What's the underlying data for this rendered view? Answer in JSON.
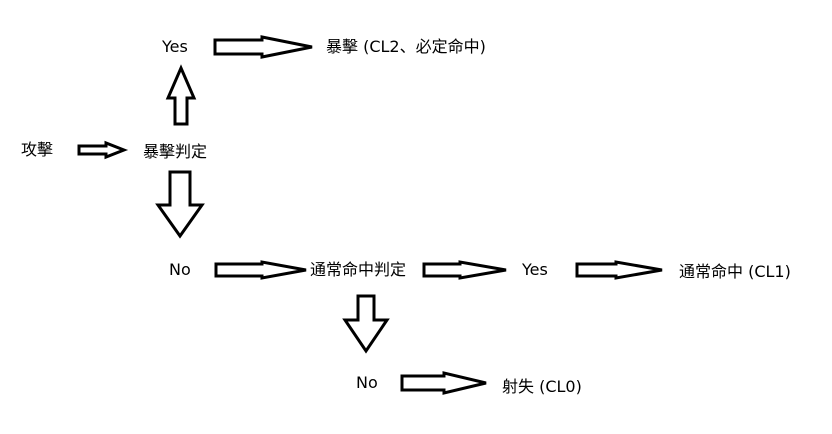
{
  "diagram": {
    "attack": "攻擊",
    "crit_check": "暴擊判定",
    "crit_yes": "Yes",
    "crit_result": "暴擊 (CL2、必定命中)",
    "crit_no": "No",
    "hit_check": "通常命中判定",
    "hit_yes": "Yes",
    "hit_result": "通常命中 (CL1)",
    "hit_no": "No",
    "miss_result": "射失 (CL0)"
  }
}
